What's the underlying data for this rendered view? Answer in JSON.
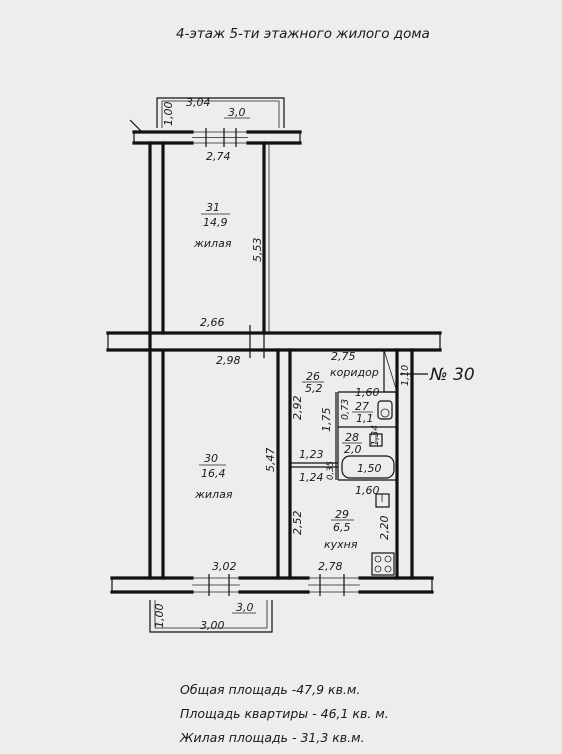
{
  "header": {
    "title": "4-этаж  5-ти этажного жилого дома"
  },
  "apartment": {
    "number_label": "№ 30"
  },
  "rooms": [
    {
      "id": "31",
      "area": "14,9",
      "name": "жилая"
    },
    {
      "id": "30",
      "area": "16,4",
      "name": "жилая"
    },
    {
      "id": "26",
      "area": "5,2",
      "name": "коридор"
    },
    {
      "id": "27",
      "area": "1,1",
      "name": ""
    },
    {
      "id": "28",
      "area": "2,0",
      "name": ""
    },
    {
      "id": "29",
      "area": "6,5",
      "name": "кухня"
    }
  ],
  "dimensions": {
    "balcony_top_width": "3,04",
    "balcony_top_depth": "1,00",
    "balcony_top_inner": "3,0",
    "room31_width": "2,74",
    "room31_length": "5,53",
    "room31_bottom": "2,66",
    "room30_top": "2,98",
    "room30_length": "5,47",
    "room30_window": "3,02",
    "corridor_width": "2,75",
    "corridor_depth": "2,92",
    "corridor_side": "1,75",
    "shaft": "1,10",
    "wc_width": "1,60",
    "wc_depth": "0,73",
    "bath_depth": "1,34",
    "bath_length": "1,50",
    "wall_piece_a": "1,23",
    "wall_piece_b": "1,24",
    "wall_piece_c": "0,35",
    "kitchen_width": "1,60",
    "kitchen_depth": "2,52",
    "kitchen_right": "2,20",
    "kitchen_window": "2,78",
    "balcony_bottom_width": "3,00",
    "balcony_bottom_depth": "1,00",
    "balcony_bottom_inner": "3,0"
  },
  "summary": {
    "total_area": "Общая площадь -47,9 кв.м.",
    "apartment_area": "Площадь квартиры - 46,1 кв. м.",
    "living_area": "Жилая площадь - 31,3 кв.м."
  }
}
